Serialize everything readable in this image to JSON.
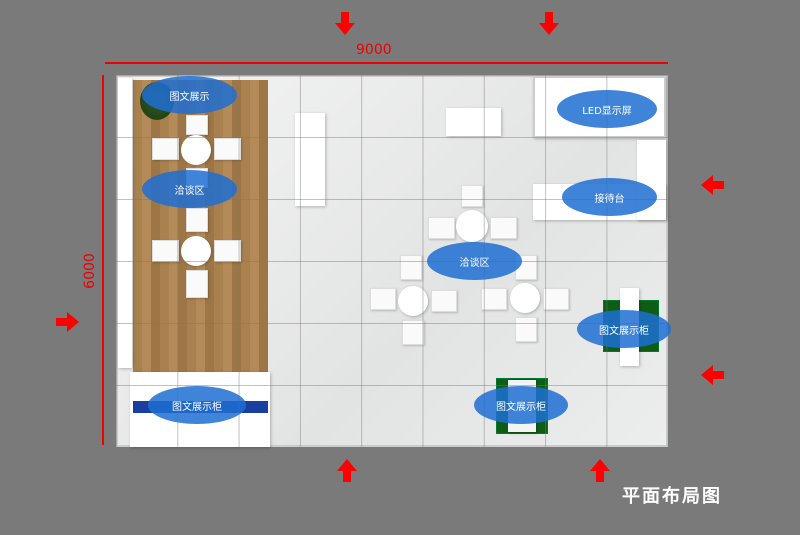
{
  "dimensions": {
    "width": "9000",
    "depth": "6000"
  },
  "labels": {
    "display_top": "图文展示",
    "negotiation_left": "洽谈区",
    "negotiation_center": "洽谈区",
    "led_screen": "LED显示屏",
    "reception": "接待台",
    "cabinet_left": "图文展示柜",
    "cabinet_right": "图文展示柜",
    "cabinet_bottom": "图文展示柜"
  },
  "title": "平面布局图",
  "colors": {
    "label": "#1e6ed2",
    "arrow": "#ff0000",
    "dimension": "#e00000",
    "cabinet": "#0d5e14"
  }
}
